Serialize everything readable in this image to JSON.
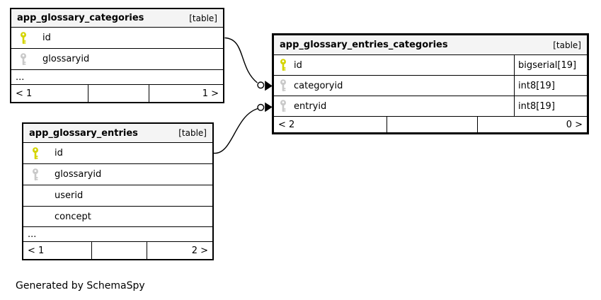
{
  "colors": {
    "primary_key_icon": "#d4d400",
    "foreign_key_icon": "#c9c9c9",
    "header_bg": "#f4f4f4",
    "border": "#000000"
  },
  "footer_note": "Generated by SchemaSpy",
  "tables": {
    "categories": {
      "title": "app_glossary_categories",
      "tag": "[table]",
      "columns": [
        {
          "name": "id"
        },
        {
          "name": "glossaryid"
        }
      ],
      "ellipsis": "...",
      "stats": {
        "left": "< 1",
        "right": "1 >"
      }
    },
    "entries_categories": {
      "title": "app_glossary_entries_categories",
      "tag": "[table]",
      "columns": [
        {
          "name": "id",
          "type": "bigserial[19]"
        },
        {
          "name": "categoryid",
          "type": "int8[19]"
        },
        {
          "name": "entryid",
          "type": "int8[19]"
        }
      ],
      "stats": {
        "left": "< 2",
        "right": "0 >"
      }
    },
    "entries": {
      "title": "app_glossary_entries",
      "tag": "[table]",
      "columns": [
        {
          "name": "id"
        },
        {
          "name": "glossaryid"
        },
        {
          "name": "userid"
        },
        {
          "name": "concept"
        }
      ],
      "ellipsis": "...",
      "stats": {
        "left": "< 1",
        "right": "2 >"
      }
    }
  }
}
